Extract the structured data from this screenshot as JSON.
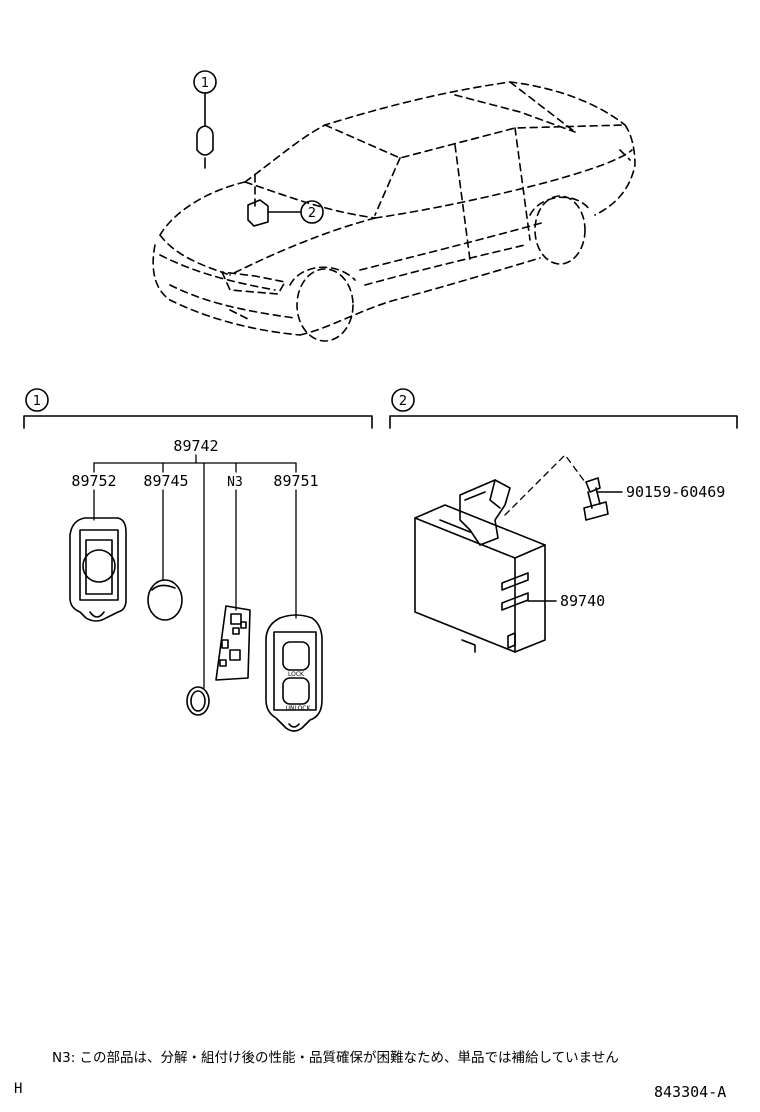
{
  "callouts": {
    "ref1": "1",
    "ref2": "2"
  },
  "parts": {
    "remote_assembly": "89742",
    "case": "89752",
    "battery": "89745",
    "n3": "N3",
    "cover": "89751",
    "bolt": "90159-60469",
    "receiver": "89740"
  },
  "button_labels": {
    "lock": "LOCK",
    "unlock": "UNLOCK"
  },
  "footer": {
    "note": "N3: この部品は、分解・組付け後の性能・品質確保が困難なため、単品では補給していません",
    "corner_letter": "H",
    "diagram_code": "843304-A"
  }
}
